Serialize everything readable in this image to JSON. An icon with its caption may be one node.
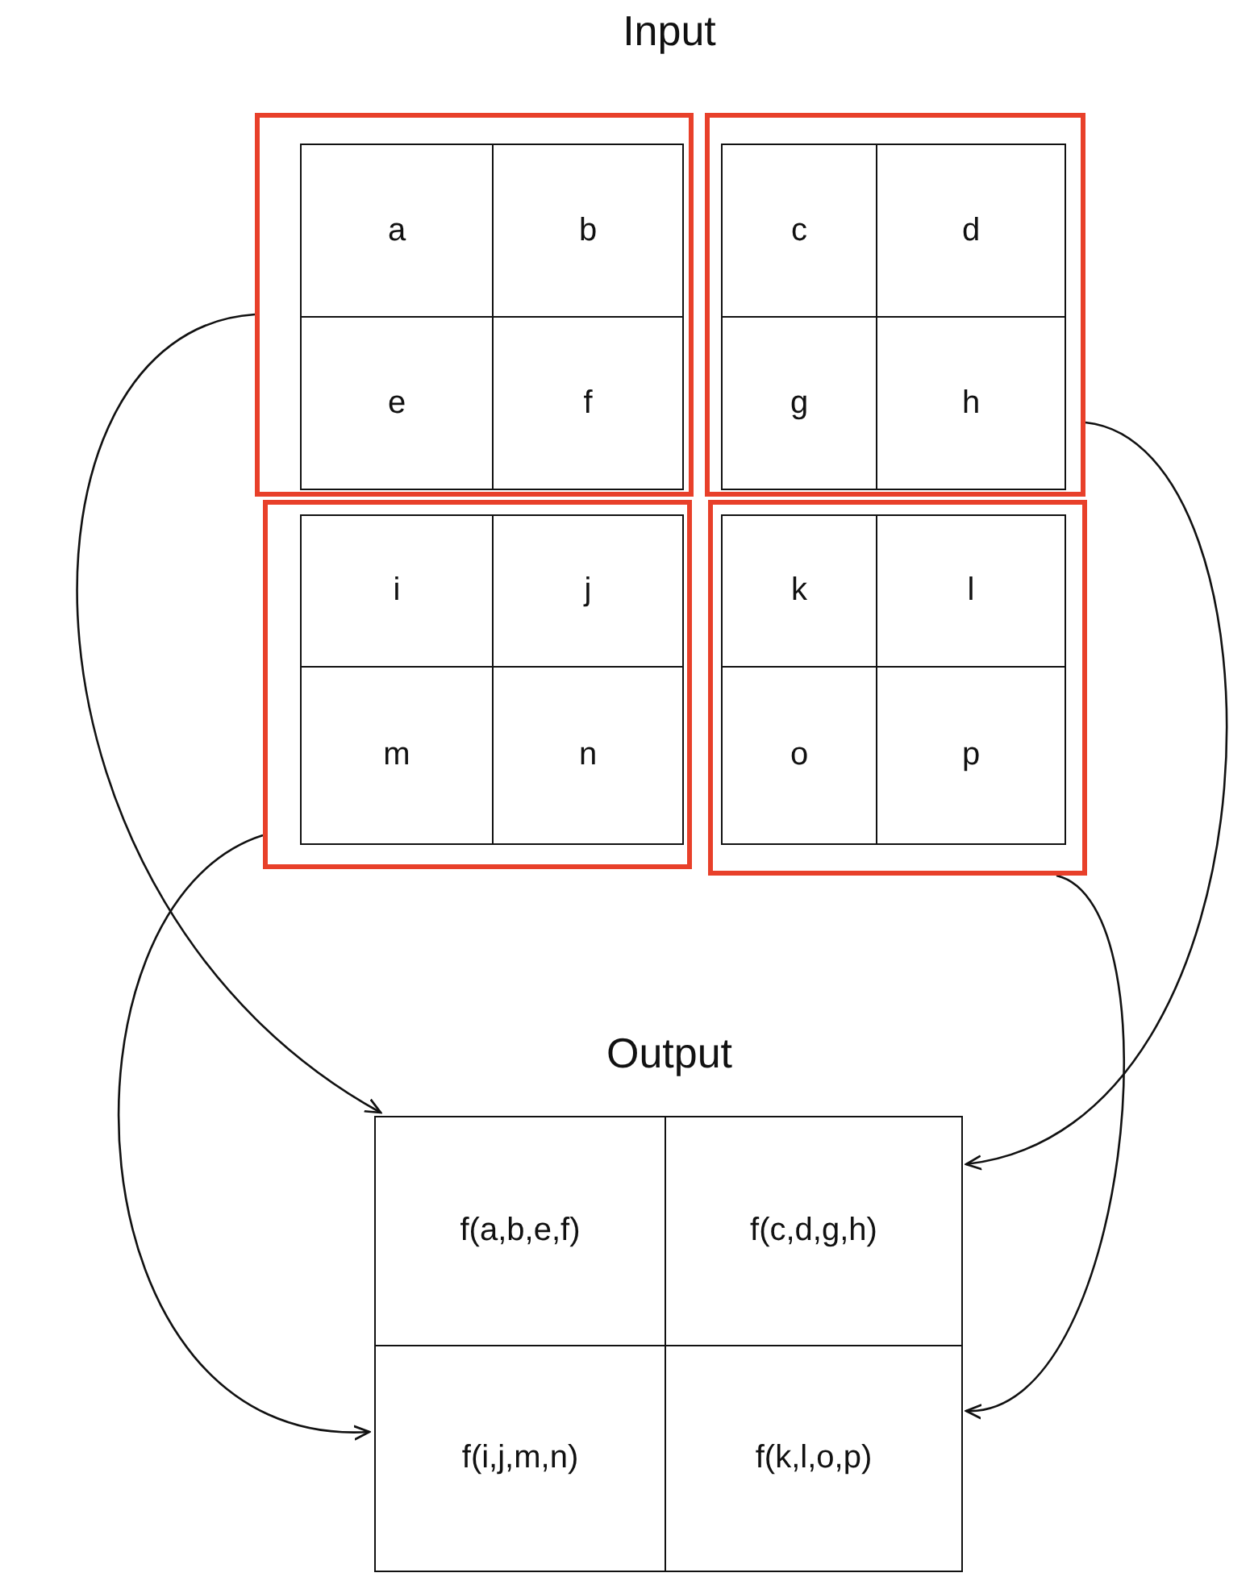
{
  "diagram": {
    "nodes": [
      {
        "text": [
          "Input"
        ]
      },
      {
        "text": [],
        "shape": "box",
        "in": 0
      },
      {
        "text": [
          "a"
        ],
        "in": 1
      },
      {
        "text": [
          "b"
        ],
        "in": 1
      },
      {
        "text": [
          "e"
        ],
        "in": 1
      },
      {
        "text": [
          "f"
        ],
        "in": 1
      },
      {
        "text": [],
        "shape": "box",
        "in": 0
      },
      {
        "text": [
          "c"
        ],
        "in": 6
      },
      {
        "text": [
          "d"
        ],
        "in": 6
      },
      {
        "text": [
          "g"
        ],
        "in": 6
      },
      {
        "text": [
          "h"
        ],
        "in": 6
      },
      {
        "text": [],
        "shape": "box",
        "in": 0
      },
      {
        "text": [
          "i"
        ],
        "in": 11
      },
      {
        "text": [
          "j"
        ],
        "in": 11
      },
      {
        "text": [
          "m"
        ],
        "in": 11
      },
      {
        "text": [
          "n"
        ],
        "in": 11
      },
      {
        "text": [],
        "shape": "box",
        "in": 0
      },
      {
        "text": [
          "k"
        ],
        "in": 16
      },
      {
        "text": [
          "l"
        ],
        "in": 16
      },
      {
        "text": [
          "o"
        ],
        "in": 16
      },
      {
        "text": [
          "p"
        ],
        "in": 16
      },
      {
        "text": [
          "Output"
        ]
      },
      {
        "text": [
          "f(a,b,e,f)"
        ],
        "in": 21
      },
      {
        "text": [
          "f(c,d,g,h)"
        ],
        "in": 21
      },
      {
        "text": [
          "f(i,j,m,n)"
        ],
        "in": 21
      },
      {
        "text": [
          "f(k,l,o,p)"
        ],
        "in": 21
      }
    ],
    "edges": [
      {
        "from": 1,
        "to": 22,
        "arrow": "to"
      },
      {
        "from": 6,
        "to": 23,
        "arrow": "to"
      },
      {
        "from": 11,
        "to": 24,
        "arrow": "to"
      },
      {
        "from": 16,
        "to": 25,
        "arrow": "to"
      }
    ]
  }
}
